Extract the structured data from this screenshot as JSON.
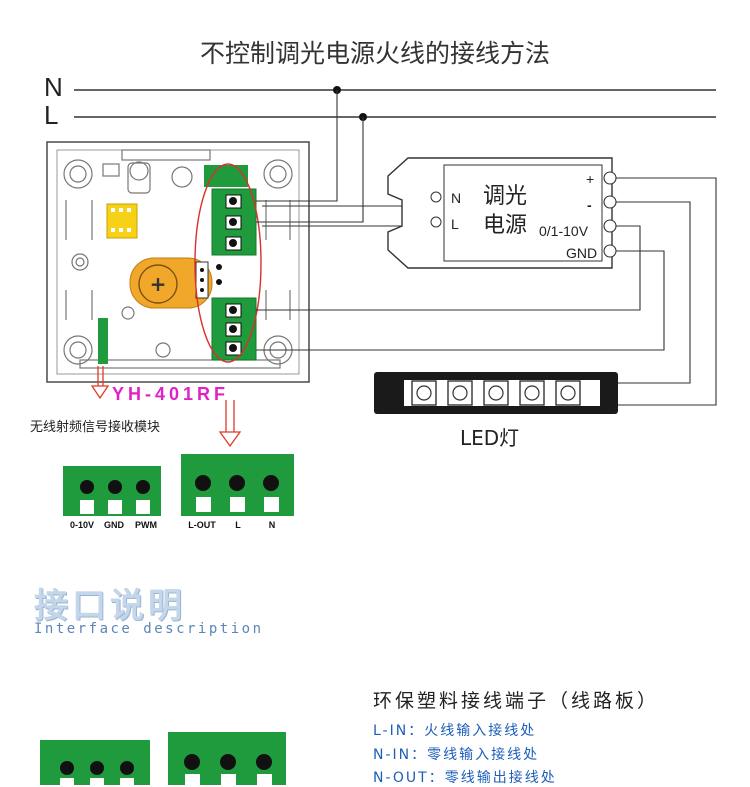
{
  "title": "不控制调光电源火线的接线方法",
  "lines": {
    "n": "N",
    "l": "L"
  },
  "power_supply": {
    "name_line1": "调光",
    "name_line2": "电源",
    "input_n": "N",
    "input_l": "L",
    "out_plus": "+",
    "out_minus": "-",
    "out_dim": "0/1-10V",
    "out_gnd": "GND"
  },
  "controller": {
    "model": "YH-401RF",
    "knob_symbol": "+",
    "rf_module_label": "无线射频信号接收模块"
  },
  "led_label": "LED灯",
  "terminal_blocks": [
    {
      "labels": [
        "0-10V",
        "GND",
        "PWM"
      ]
    },
    {
      "labels": [
        "L-OUT",
        "L",
        "N"
      ]
    }
  ],
  "interface_section": {
    "title": "接口说明",
    "subtitle": "Interface description",
    "heading": "环保塑料接线端子（线路板）",
    "definitions": [
      "L-IN：火线输入接线处",
      "N-IN：零线输入接线处",
      "N-OUT：零线输出接线处"
    ]
  },
  "colors": {
    "terminal_green": "#1f9a3c",
    "controller_knob": "#f0a72a",
    "model_label": "#e020c8",
    "ellipse_red": "#d9302b",
    "arrow_red": "#e23a2a",
    "definition_blue": "#1d5fb8"
  }
}
